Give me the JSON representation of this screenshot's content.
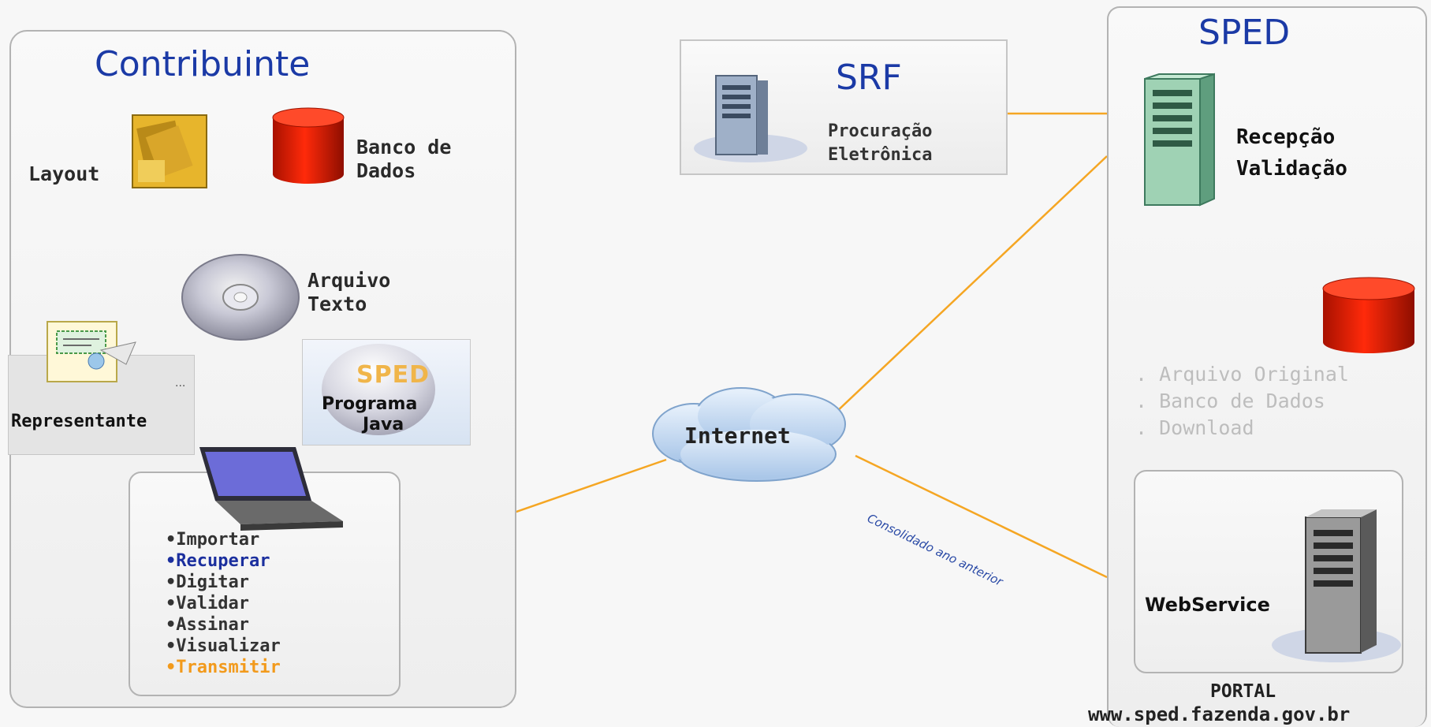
{
  "contribuinte": {
    "title": "Contribuinte",
    "layout_label": "Layout",
    "banco_label_1": "Banco de",
    "banco_label_2": "Dados",
    "arquivo_label_1": "Arquivo",
    "arquivo_label_2": "Texto",
    "representante_label": "Representante",
    "sped_badge": "SPED",
    "programa_label_1": "Programa",
    "programa_label_2": "Java",
    "actions": [
      "•Importar",
      "•Recuperar",
      "•Digitar",
      "•Validar",
      "•Assinar",
      "•Visualizar",
      "•Transmitir"
    ],
    "highlight_colors": {
      "recuperar": "#1b2f9e",
      "transmitir": "#f29a1c"
    }
  },
  "srf": {
    "title": "SRF",
    "label_1": "Procuração",
    "label_2": "Eletrônica"
  },
  "internet": {
    "label": "Internet",
    "annotation": "Consolidado ano anterior"
  },
  "sped": {
    "title": "SPED",
    "recepcao": "Recepção",
    "validacao": "Validação",
    "items": [
      ". Arquivo Original",
      ". Banco de Dados",
      ". Download"
    ],
    "webservice": "WebService",
    "portal": "PORTAL",
    "url": "www.sped.fazenda.gov.br"
  },
  "colors": {
    "title_blue": "#1b3aa6",
    "connector_orange": "#f5a623",
    "arrow_yellow": "#f2c21a",
    "db_red": "#cc1a00"
  }
}
